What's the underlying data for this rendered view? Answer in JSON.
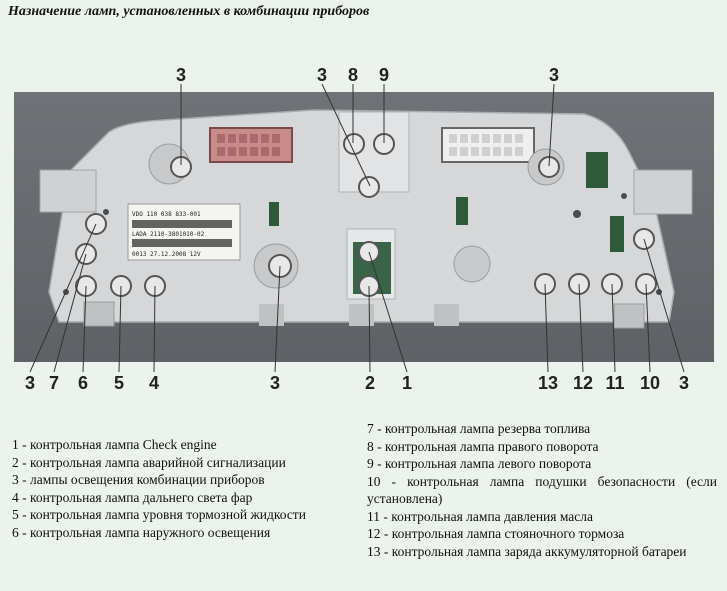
{
  "title": "Назначение ламп, установленных в комбинации приборов",
  "callouts": {
    "top": [
      "3",
      "3",
      "8",
      "9",
      "3"
    ],
    "bottom": [
      "3",
      "7",
      "6",
      "5",
      "4",
      "3",
      "2",
      "1",
      "13",
      "12",
      "11",
      "10",
      "3"
    ]
  },
  "sticker": {
    "line1": "VDO 110 038 833-001",
    "line2": "LADA 2110-3801010-02",
    "line3": "0013 27.12.2008   12V"
  },
  "legend": {
    "left": [
      "1 - контрольная лампа Check engine",
      "2 - контрольная лампа аварийной сигнализации",
      "3 - лампы освещения комбинации приборов",
      "4 - контрольная лампа дальнего света фар",
      "5 - контрольная лампа уровня тормозной жидкости",
      "6 - контрольная лампа наружного освещения"
    ],
    "right": [
      "7 - контрольная лампа резерва топлива",
      "8 - контрольная лампа правого поворота",
      "9 - контрольная лампа левого поворота",
      "10 - контрольная лампа подушки безопасности (если установлена)",
      "11 - контрольная лампа давления масла",
      "12 - контрольная лампа стояночного тормоза",
      "13 - контрольная лампа заряда аккумуляторной батареи"
    ]
  },
  "colors": {
    "background": "#ecf2ec",
    "photo_bg": "#666a6e",
    "panel": "#d4d6d8",
    "connector": "#c98a8a"
  }
}
